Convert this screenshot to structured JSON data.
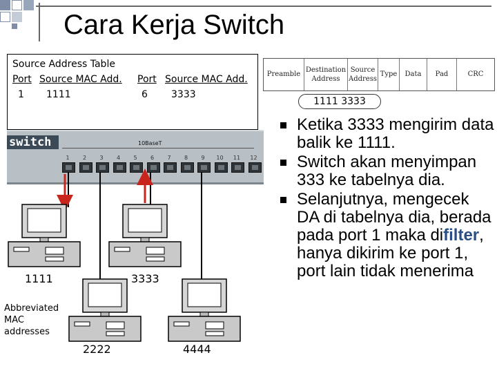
{
  "title": "Cara Kerja Switch",
  "address_table": {
    "caption": "Source Address Table",
    "col_port_1": "Port",
    "col_mac_1": "Source MAC Add.",
    "col_port_2": "Port",
    "col_mac_2": "Source MAC Add.",
    "port_1": "1",
    "mac_1": "1111",
    "port_2": "6",
    "mac_2": "3333"
  },
  "frame_fields": [
    "Preamble",
    "Destination Address",
    "Source Address",
    "Type",
    "Data",
    "Pad",
    "CRC"
  ],
  "frame_label": "1111  3333",
  "switch": {
    "label": "switch",
    "model": "10BaseT",
    "port_numbers": [
      "1",
      "2",
      "3",
      "4",
      "5",
      "6",
      "7",
      "8",
      "9",
      "10",
      "11",
      "12"
    ]
  },
  "computers": {
    "pc1_label": "1111",
    "pc2_label": "3333",
    "pc3_label": "2222",
    "pc4_label": "4444"
  },
  "abbreviation_note": [
    "Abbreviated",
    "MAC",
    "addresses"
  ],
  "bullets": {
    "b1": "Ketika 3333 mengirim data balik ke 1111.",
    "b2": "Switch akan menyimpan 333 ke tabelnya dia.",
    "b3_pre": "Selanjutnya, mengecek DA di tabelnya dia, berada pada port 1 maka di",
    "b3_em": "filter",
    "b3_post": ", hanya dikirim ke port 1, port lain tidak menerima"
  },
  "colors": {
    "arrow": "#c8261c",
    "switch_body": "#b8c0c6",
    "highlight": "#2a4f86"
  }
}
